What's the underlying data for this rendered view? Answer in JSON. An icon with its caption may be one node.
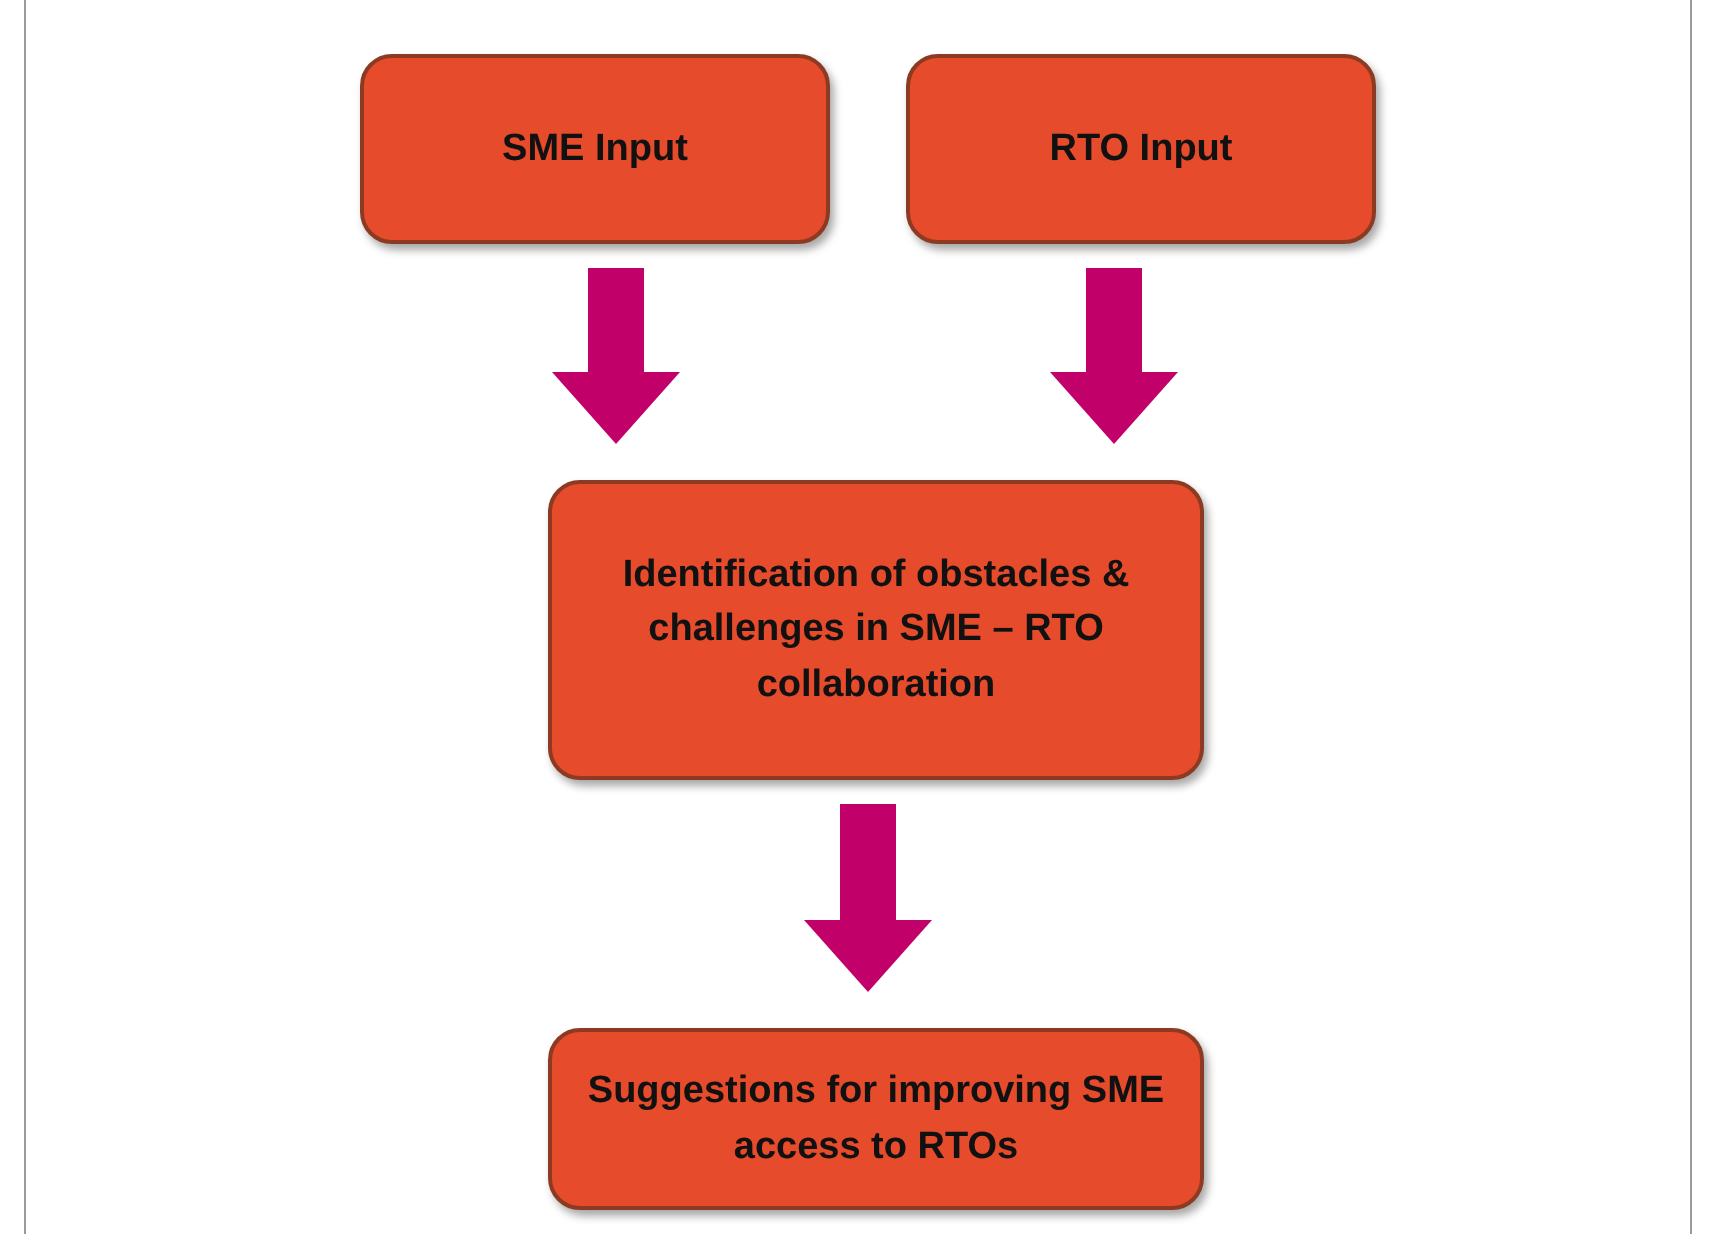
{
  "diagram": {
    "nodes": [
      {
        "text": [
          "SME Input"
        ]
      },
      {
        "text": [
          "RTO Input"
        ]
      },
      {
        "text": [
          "Identification of obstacles & challenges in SME – RTO collaboration"
        ]
      },
      {
        "text": [
          "Suggestions for improving SME access to RTOs"
        ]
      }
    ],
    "edges": [
      {
        "from": 0,
        "to": 2,
        "arrow": "to"
      },
      {
        "from": 1,
        "to": 2,
        "arrow": "to"
      },
      {
        "from": 2,
        "to": 3,
        "arrow": "to"
      }
    ]
  }
}
